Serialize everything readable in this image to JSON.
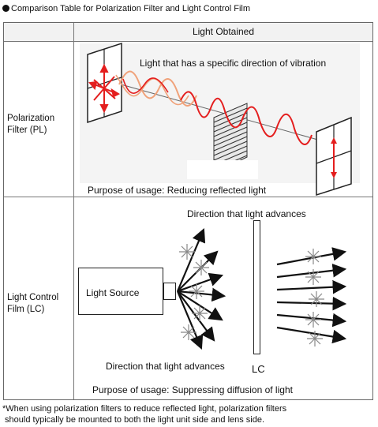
{
  "heading": "Comparison Table for Polarization Filter and Light Control Film",
  "table": {
    "column_header": "Light Obtained",
    "rows": [
      {
        "label_line1": "Polarization",
        "label_line2": "Filter (PL)",
        "caption": "Light that has a specific direction of vibration",
        "purpose": "Purpose of usage: Reducing reflected light"
      },
      {
        "label_line1": "Light Control",
        "label_line2": "Film (LC)",
        "direction_top": "Direction that light advances",
        "direction_bottom": "Direction that light advances",
        "light_source": "Light Source",
        "film_label": "LC",
        "purpose": "Purpose of usage: Suppressing diffusion of light"
      }
    ]
  },
  "footnote": {
    "line1": "*When using polarization filters to reduce reflected light, polarization filters",
    "line2": " should typically be mounted to both the light unit side and lens side."
  },
  "colors": {
    "wave": "#e41e1e",
    "wave_light": "#f0a27a",
    "arrow_gray": "#888888",
    "header_bg": "#f2f2f2"
  }
}
